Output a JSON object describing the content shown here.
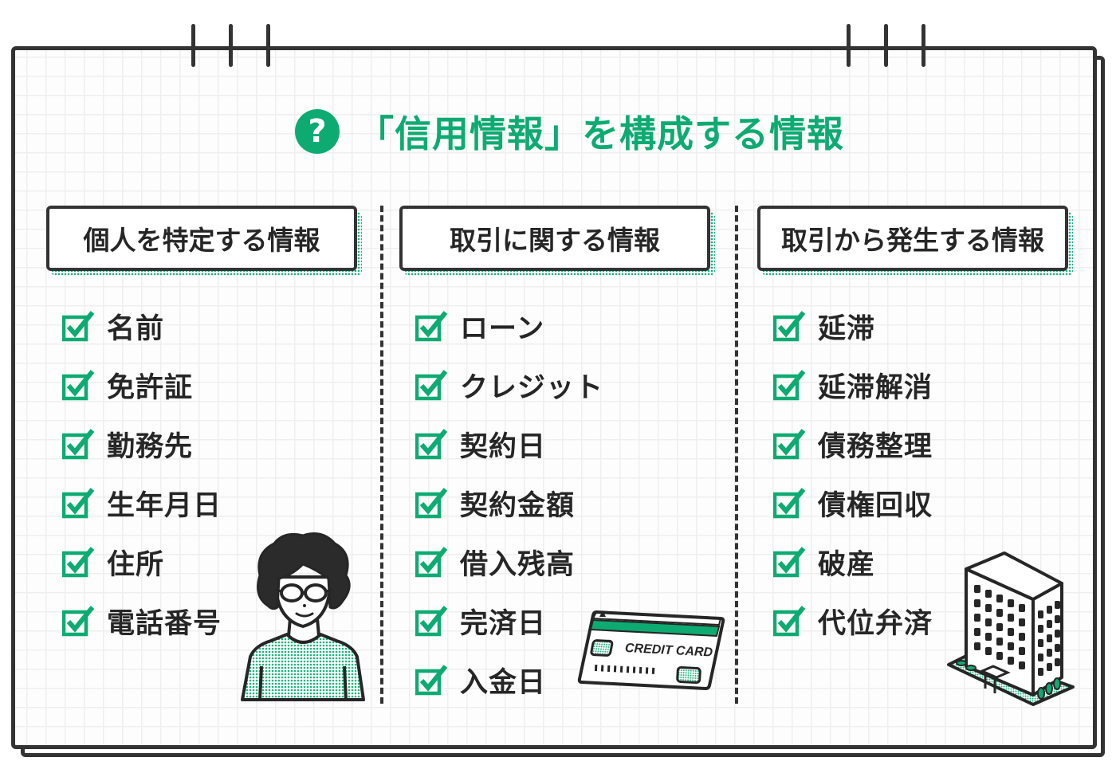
{
  "title": {
    "icon": "question-icon",
    "icon_glyph": "?",
    "text": "「信用情報」を構成する情報"
  },
  "colors": {
    "accent": "#0dab72",
    "ink": "#333333",
    "text": "#262626",
    "grid": "#efefef"
  },
  "columns": [
    {
      "header": "個人を特定する情報",
      "items": [
        "名前",
        "免許証",
        "勤務先",
        "生年月日",
        "住所",
        "電話番号"
      ],
      "illustration": "person-with-glasses-illustration"
    },
    {
      "header": "取引に関する情報",
      "items": [
        "ローン",
        "クレジット",
        "契約日",
        "契約金額",
        "借入残高",
        "完済日",
        "入金日"
      ],
      "illustration": "credit-card-illustration",
      "card_text": "CREDIT CARD"
    },
    {
      "header": "取引から発生する情報",
      "items": [
        "延滞",
        "延滞解消",
        "債務整理",
        "債権回収",
        "破産",
        "代位弁済"
      ],
      "illustration": "office-building-illustration"
    }
  ]
}
